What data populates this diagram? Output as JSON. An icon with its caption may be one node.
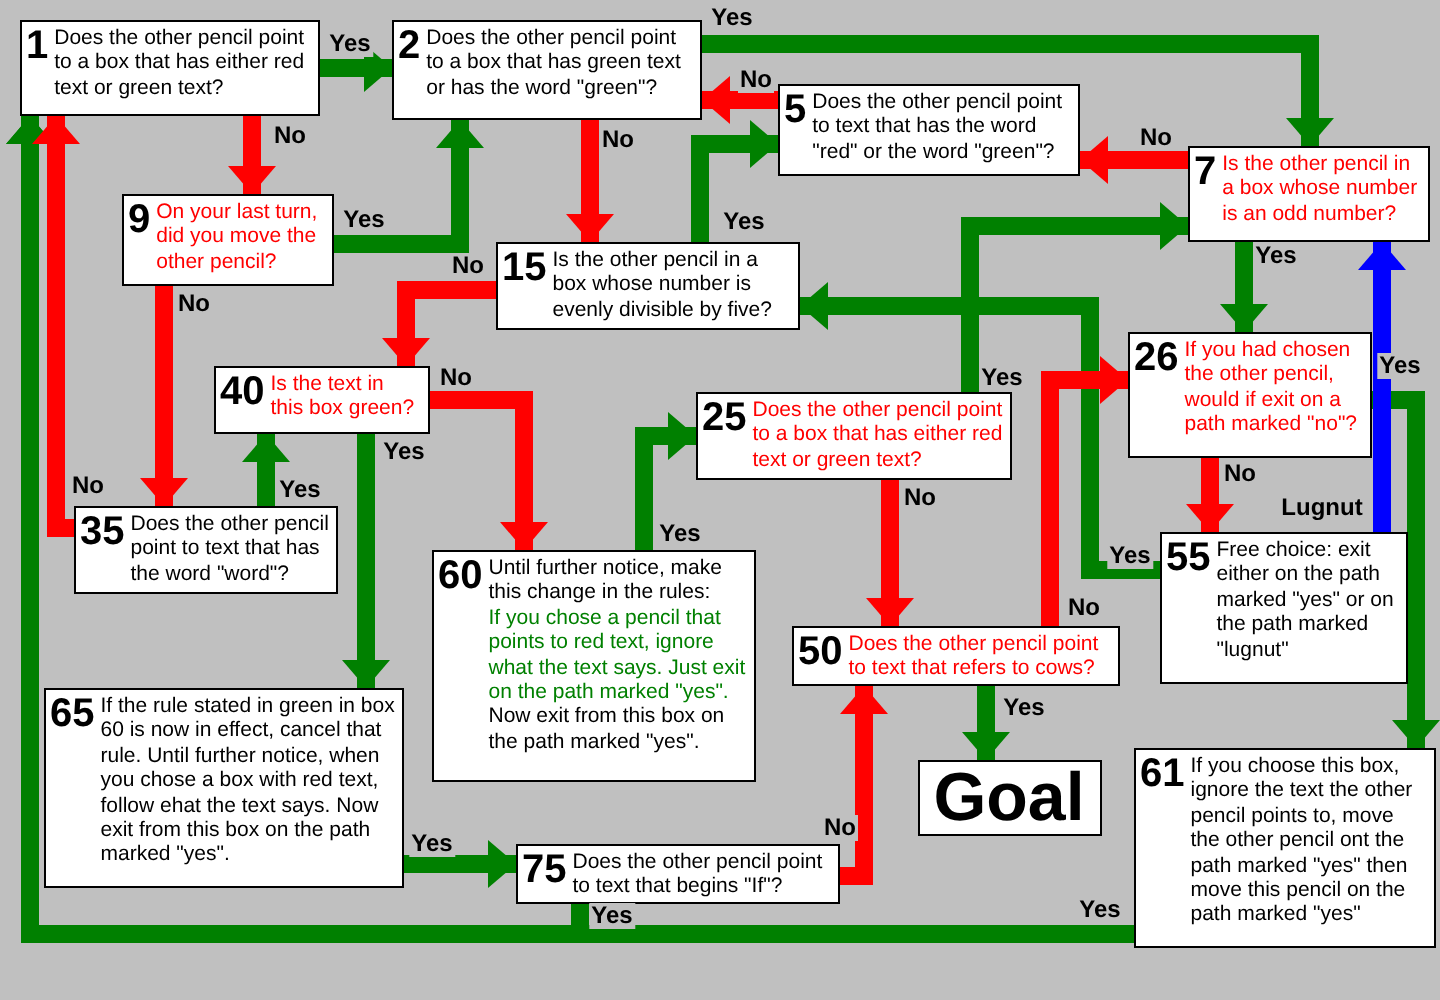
{
  "diagram": {
    "nodes": [
      {
        "text": [
          "1",
          "Does the other pencil point to a box that has either red text or green text?"
        ]
      },
      {
        "text": [
          "2",
          "Does the other pencil point to a box that has green text or has the word \"green\"?"
        ]
      },
      {
        "text": [
          "5",
          "Does the other pencil point to text that has the word \"red\" or the word \"green\"?"
        ]
      },
      {
        "text": [
          "7",
          "Is the other pencil in a box whose number is an odd number?"
        ]
      },
      {
        "text": [
          "9",
          "On your last turn, did you move the other pencil?"
        ]
      },
      {
        "text": [
          "15",
          "Is the other pencil in a box whose number is evenly divisible by five?"
        ]
      },
      {
        "text": [
          "40",
          "Is the text in this box green?"
        ]
      },
      {
        "text": [
          "26",
          "If you had chosen the other pencil, would if exit on a path marked \"no\"?"
        ]
      },
      {
        "text": [
          "25",
          "Does the other pencil point to a box that has either red text or green text?"
        ]
      },
      {
        "text": [
          "35",
          "Does the other pencil point to text that has the word \"word\"?"
        ]
      },
      {
        "text": [
          "55",
          "Free choice: exit either on the path marked \"yes\" or on the path marked \"lugnut\""
        ]
      },
      {
        "text": [
          "60",
          "Until further notice, make this change in the rules:",
          "If you chose a pencil that points to red text, ignore what the text says. Just exit on the path marked \"yes\".",
          "Now exit from this box on the path marked \"yes\"."
        ]
      },
      {
        "text": [
          "50",
          "Does the other pencil point to text that refers to cows?"
        ]
      },
      {
        "text": [
          "Goal"
        ]
      },
      {
        "text": [
          "65",
          "If the rule stated in green in box 60 is now in effect, cancel that rule. Until further notice, when you chose a box with red text, follow ehat the text says. Now exit from this box on the path marked \"yes\"."
        ]
      },
      {
        "text": [
          "61",
          "If you choose this box, ignore the text the other pencil points to, move the other pencil ont the path marked \"yes\" then move this pencil on the path marked \"yes\""
        ]
      },
      {
        "text": [
          "75",
          "Does the other pencil point to text that begins \"If\"?"
        ]
      }
    ],
    "edges": [
      {
        "from": 0,
        "to": 1,
        "arrow": "to",
        "label": "Yes"
      },
      {
        "from": 0,
        "to": 4,
        "arrow": "to",
        "label": "No",
        "color": "#ff0000"
      },
      {
        "from": 4,
        "to": 1,
        "arrow": "to",
        "label": "Yes"
      },
      {
        "from": 4,
        "to": 9,
        "arrow": "to",
        "label": "No",
        "color": "#ff0000"
      },
      {
        "from": 1,
        "to": 3,
        "arrow": "to",
        "label": "Yes"
      },
      {
        "from": 1,
        "to": 5,
        "arrow": "to",
        "label": "No",
        "color": "#ff0000"
      },
      {
        "from": 2,
        "to": 1,
        "arrow": "to",
        "label": "No",
        "color": "#ff0000"
      },
      {
        "from": 3,
        "to": 2,
        "arrow": "to",
        "label": "No",
        "color": "#ff0000"
      },
      {
        "from": 5,
        "to": 2,
        "arrow": "to",
        "label": "Yes"
      },
      {
        "from": 5,
        "to": 6,
        "arrow": "to",
        "label": "No",
        "color": "#ff0000"
      },
      {
        "from": 6,
        "to": 14,
        "arrow": "to",
        "label": "Yes"
      },
      {
        "from": 6,
        "to": 11,
        "arrow": "to",
        "label": "No",
        "color": "#ff0000"
      },
      {
        "from": 9,
        "to": 6,
        "arrow": "to",
        "label": "Yes"
      },
      {
        "from": 3,
        "to": 7,
        "arrow": "to",
        "label": "Yes"
      },
      {
        "from": 7,
        "to": 15,
        "arrow": "to",
        "label": "Yes"
      },
      {
        "from": 7,
        "to": 10,
        "arrow": "to",
        "label": "No",
        "color": "#ff0000"
      },
      {
        "from": 10,
        "to": 3,
        "arrow": "to",
        "label": "Lugnut",
        "color": "#0000ff"
      },
      {
        "from": 10,
        "to": 5,
        "arrow": "to",
        "label": "Yes"
      },
      {
        "from": 8,
        "to": 3,
        "arrow": "to",
        "label": "Yes"
      },
      {
        "from": 8,
        "to": 12,
        "arrow": "to",
        "label": "No",
        "color": "#ff0000"
      },
      {
        "from": 12,
        "to": 13,
        "arrow": "to",
        "label": "Yes"
      },
      {
        "from": 12,
        "to": 7,
        "arrow": "to",
        "label": "No",
        "color": "#ff0000"
      },
      {
        "from": 16,
        "to": 12,
        "arrow": "to",
        "label": "No",
        "color": "#ff0000"
      },
      {
        "from": 14,
        "to": 16,
        "arrow": "to",
        "label": "Yes"
      },
      {
        "from": 11,
        "to": 8,
        "arrow": "to",
        "label": "Yes"
      },
      {
        "from": 16,
        "to": 0,
        "arrow": "to",
        "label": "Yes"
      },
      {
        "from": 15,
        "to": 0,
        "arrow": "to",
        "label": "Yes"
      },
      {
        "from": 9,
        "to": 0,
        "arrow": "to",
        "label": "No",
        "color": "#ff0000"
      }
    ]
  }
}
